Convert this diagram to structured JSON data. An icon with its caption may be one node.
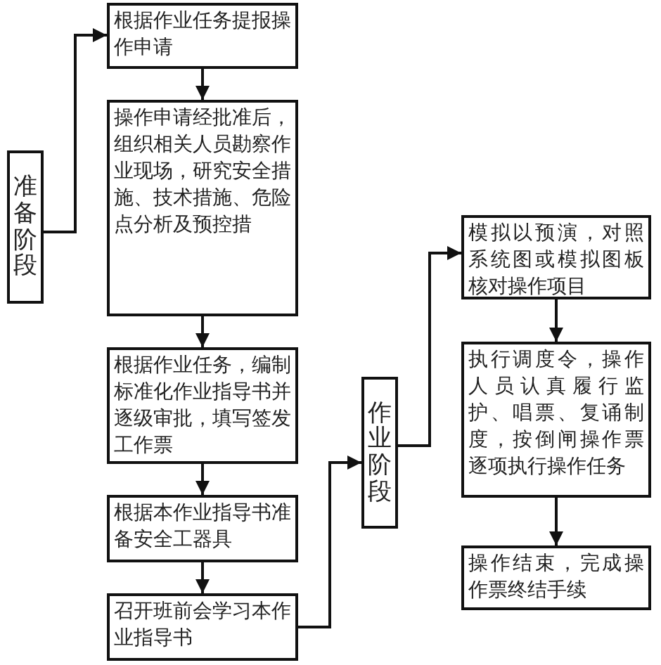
{
  "diagram": {
    "nodes": [
      {
        "text": [
          "准备阶段"
        ]
      },
      {
        "text": [
          "根据作业任务提报操作申请"
        ]
      },
      {
        "text": [
          "操作申请经批准后，组织相关人员勘察作业现场，研究安全措施、技术措施、危险点分析及预控措"
        ]
      },
      {
        "text": [
          "根据作业任务，编制标准化作业指导书并逐级审批，填写签发工作票"
        ]
      },
      {
        "text": [
          "根据本作业指导书准备安全工器具"
        ]
      },
      {
        "text": [
          "召开班前会学习本作业指导书"
        ]
      },
      {
        "text": [
          "作业阶段"
        ]
      },
      {
        "text": [
          "模拟以预演，对照系统图或模拟图板核对操作项目"
        ]
      },
      {
        "text": [
          "执行调度令，操作人员认真履行监护、唱票、复诵制度，按倒闸操作票逐项执行操作任务"
        ]
      },
      {
        "text": [
          "操作结束，完成操作票终结手续"
        ]
      }
    ],
    "edges": [
      {
        "from": 0,
        "to": 1,
        "arrow": "to"
      },
      {
        "from": 1,
        "to": 2,
        "arrow": "to"
      },
      {
        "from": 2,
        "to": 3,
        "arrow": "to"
      },
      {
        "from": 3,
        "to": 4,
        "arrow": "to"
      },
      {
        "from": 4,
        "to": 5,
        "arrow": "to"
      },
      {
        "from": 5,
        "to": 6,
        "arrow": "to"
      },
      {
        "from": 6,
        "to": 7,
        "arrow": "to"
      },
      {
        "from": 7,
        "to": 8,
        "arrow": "to"
      },
      {
        "from": 8,
        "to": 9,
        "arrow": "to"
      }
    ]
  }
}
